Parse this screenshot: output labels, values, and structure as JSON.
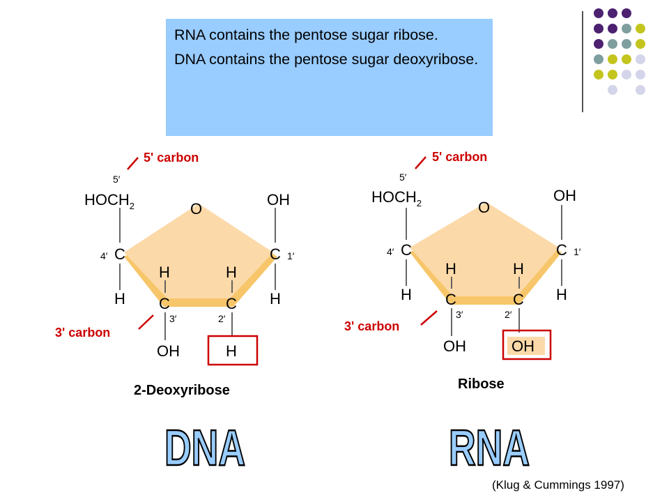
{
  "infobox": {
    "line1": "RNA contains the pentose sugar ribose.",
    "line2": "DNA contains the pentose sugar deoxyribose.",
    "background": "#99ccff"
  },
  "decor_colors": {
    "purple": "#4b2170",
    "teal": "#7f9f9f",
    "yellow": "#c3c51e",
    "lavender": "#d4d4ea"
  },
  "deoxyribose": {
    "label_5": "5' carbon",
    "label_3": "3' carbon",
    "group_hoch": "HOCH",
    "group_hoch_sub": "2",
    "ring_o": "O",
    "oh_top": "OH",
    "c4": "C",
    "c1": "C",
    "c3": "C",
    "c2": "C",
    "h4": "H",
    "h1": "H",
    "h3": "H",
    "h2": "H",
    "oh_bottom": "OH",
    "h_boxed": "H",
    "n5": "5′",
    "n4": "4′",
    "n1": "1′",
    "n3": "3′",
    "n2": "2′",
    "title": "2-Deoxyribose",
    "big_label": "DNA"
  },
  "ribose": {
    "label_5": "5' carbon",
    "label_3": "3' carbon",
    "group_hoch": "HOCH",
    "group_hoch_sub": "2",
    "ring_o": "O",
    "oh_top": "OH",
    "c4": "C",
    "c1": "C",
    "c3": "C",
    "c2": "C",
    "h4": "H",
    "h1": "H",
    "h3": "H",
    "h2": "H",
    "oh_bottom": "OH",
    "oh_boxed": "OH",
    "n5": "5′",
    "n4": "4′",
    "n1": "1′",
    "n3": "3′",
    "n2": "2′",
    "title": "Ribose",
    "big_label": "RNA"
  },
  "citation": "(Klug & Cummings 1997)"
}
